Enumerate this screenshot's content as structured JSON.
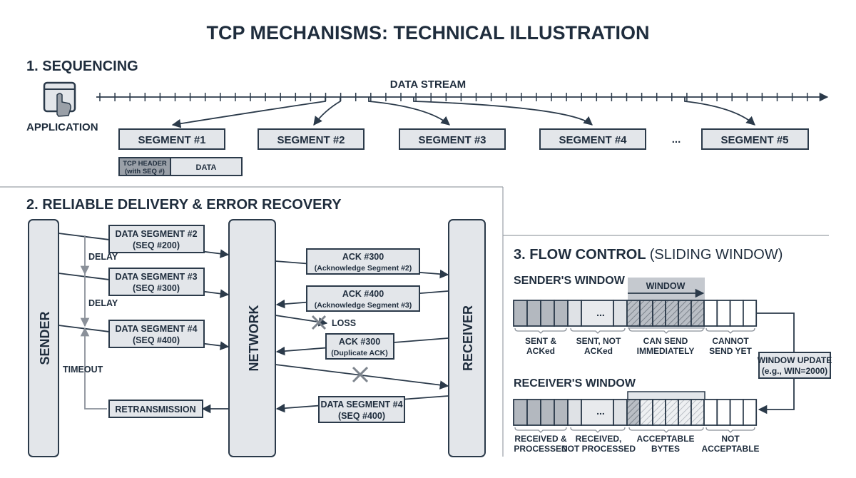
{
  "title": "TCP MECHANISMS: TECHNICAL ILLUSTRATION",
  "sequencing": {
    "heading": "1. SEQUENCING",
    "application_label": "APPLICATION",
    "stream_label": "DATA STREAM",
    "segments": [
      "SEGMENT #1",
      "SEGMENT #2",
      "SEGMENT #3",
      "SEGMENT #4",
      "SEGMENT #5"
    ],
    "ellipsis": "...",
    "header_line1": "TCP HEADER",
    "header_line2": "(with SEQ #)",
    "data_label": "DATA"
  },
  "reliable": {
    "heading": "2. RELIABLE DELIVERY & ERROR RECOVERY",
    "sender": "SENDER",
    "network": "NETWORK",
    "receiver": "RECEIVER",
    "delay1": "DELAY",
    "delay2": "DELAY",
    "timeout": "TIMEOUT",
    "loss": "LOSS",
    "retransmission": "RETRANSMISSION",
    "data_segments": [
      {
        "line1": "DATA SEGMENT #2",
        "line2": "(SEQ #200)"
      },
      {
        "line1": "DATA SEGMENT #3",
        "line2": "(SEQ #300)"
      },
      {
        "line1": "DATA SEGMENT #4",
        "line2": "(SEQ #400)"
      }
    ],
    "acks": [
      {
        "line1": "ACK #300",
        "line2": "(Acknowledge Segment #2)"
      },
      {
        "line1": "ACK #400",
        "line2": "(Acknowledge Segment #3)"
      },
      {
        "line1": "ACK #300",
        "line2": "(Duplicate ACK)"
      }
    ],
    "resend": {
      "line1": "DATA SEGMENT #4",
      "line2": "(SEQ #400)"
    }
  },
  "flow": {
    "heading_bold": "3. FLOW CONTROL",
    "heading_light": "(SLIDING WINDOW)",
    "sender_window": "SENDER'S WINDOW",
    "window_label": "WINDOW",
    "ellipsis": "...",
    "sender_labels": [
      {
        "line1": "SENT &",
        "line2": "ACKed"
      },
      {
        "line1": "SENT, NOT",
        "line2": "ACKed"
      },
      {
        "line1": "CAN SEND",
        "line2": "IMMEDIATELY"
      },
      {
        "line1": "CANNOT",
        "line2": "SEND YET"
      }
    ],
    "update_line1": "WINDOW UPDATE",
    "update_line2": "(e.g., WIN=2000)",
    "receiver_window": "RECEIVER'S WINDOW",
    "receiver_labels": [
      {
        "line1": "RECEIVED &",
        "line2": "PROCESSED"
      },
      {
        "line1": "RECEIVED,",
        "line2": "NOT PROCESSED"
      },
      {
        "line1": "ACCEPTABLE",
        "line2": "BYTES"
      },
      {
        "line1": "NOT",
        "line2": "ACCEPTABLE"
      }
    ]
  },
  "colors": {
    "ink": "#1f2d3d",
    "box": "#e3e6ea",
    "gray": "#8a9099"
  }
}
